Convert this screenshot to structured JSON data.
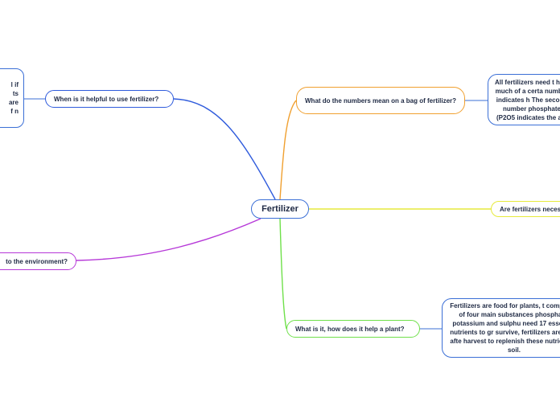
{
  "central": {
    "label": "Fertilizer",
    "color": "#3b6fd6"
  },
  "branches": {
    "numbers": {
      "label": "What do the numbers mean on a bag of fertilizer?",
      "color": "#f0a030",
      "note": "All fertilizers need t how much of a certa number indicates h The second number phosphate (P2O5 indicates the am"
    },
    "necessary": {
      "label": "Are fertilizers neces",
      "color": "#e6ea3c"
    },
    "what": {
      "label": "What is it, how does it help a plant?",
      "color": "#6fe04a",
      "note": "Fertilizers are food for plants, t composed of four main substances phosphate, potassium and sulphu need 17 essential nutrients to gr survive, fertilizers are used afte harvest to replenish these nutrien the soil."
    },
    "helpful": {
      "label": "When is it helpful to use fertilizer?",
      "color": "#2f5bdc",
      "note": "l if ts are f n"
    },
    "environment": {
      "label": "to the environment?",
      "color": "#b638d8"
    }
  }
}
